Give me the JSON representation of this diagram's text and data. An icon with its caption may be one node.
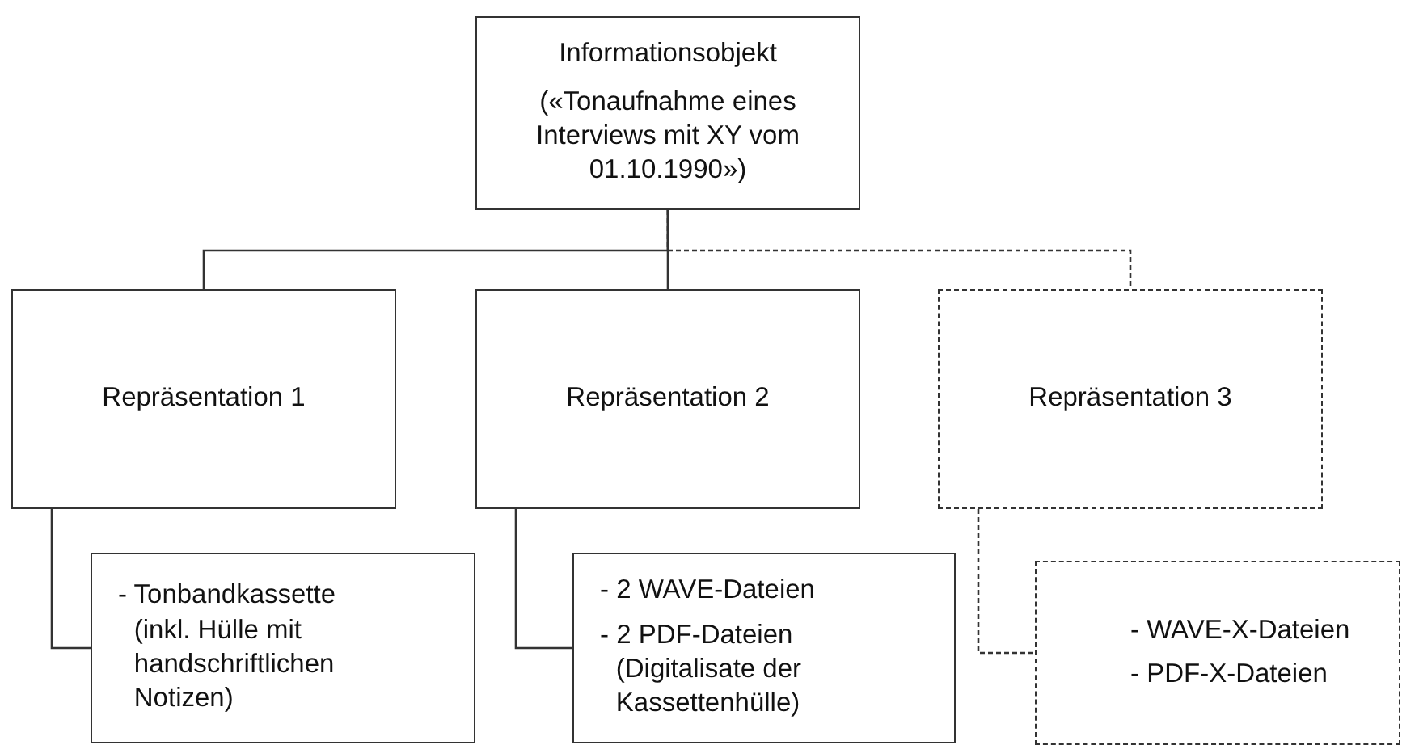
{
  "diagram": {
    "nodes": [
      {
        "text": [
          "Informationsobjekt",
          "(«Tonaufnahme eines Interviews mit XY vom 01.10.1990»)"
        ]
      },
      {
        "text": [
          "Repräsentation 1"
        ]
      },
      {
        "text": [
          "Repräsentation 2"
        ]
      },
      {
        "text": [
          "Repräsentation 3"
        ]
      },
      {
        "text": [
          "- Tonbandkassette (inkl. Hülle mit handschriftlichen Notizen)"
        ]
      },
      {
        "text": [
          "- 2 WAVE-Dateien",
          "- 2 PDF-Dateien (Digitalisate der Kassettenhülle)"
        ]
      },
      {
        "text": [
          "- WAVE-X-Dateien",
          "- PDF-X-Dateien"
        ]
      }
    ],
    "edges": [
      {
        "from": 0,
        "to": 1,
        "arrow": "none"
      },
      {
        "from": 0,
        "to": 2,
        "arrow": "none"
      },
      {
        "from": 0,
        "to": 3,
        "arrow": "none",
        "style": "dashed"
      },
      {
        "from": 1,
        "to": 4,
        "arrow": "none"
      },
      {
        "from": 2,
        "to": 5,
        "arrow": "none"
      },
      {
        "from": 3,
        "to": 6,
        "arrow": "none",
        "style": "dashed"
      }
    ]
  }
}
